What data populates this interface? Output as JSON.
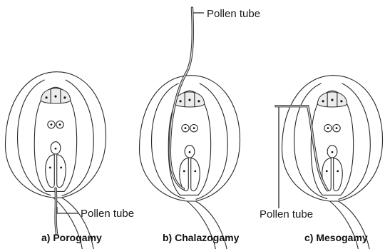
{
  "figures": [
    {
      "caption": "a) Porogamy",
      "pollen_tube_label": "Pollen tube"
    },
    {
      "caption": "b) Chalazogamy",
      "pollen_tube_label": "Pollen tube"
    },
    {
      "caption": "c) Mesogamy",
      "pollen_tube_label": "Pollen tube"
    }
  ]
}
